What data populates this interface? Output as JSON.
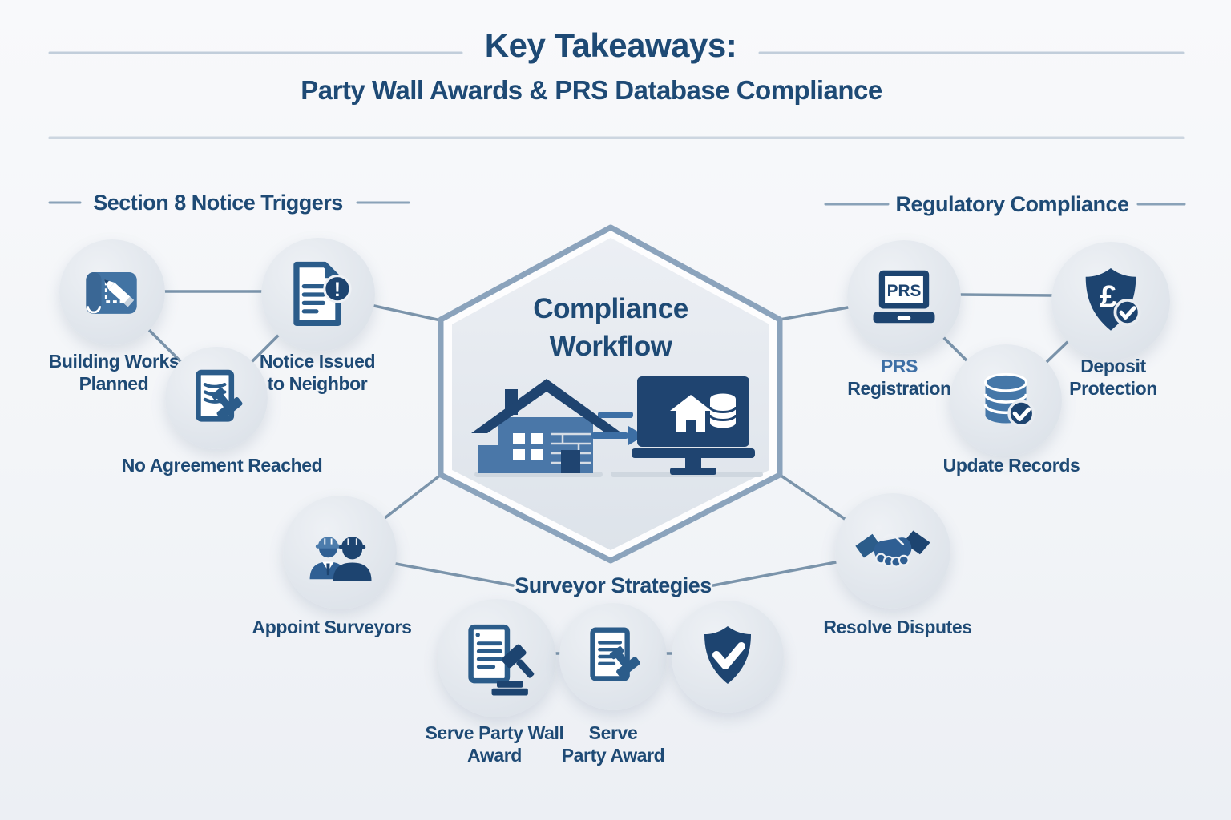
{
  "colors": {
    "accent_dark": "#1e4a75",
    "accent_mid": "#3d6fa5",
    "icon_navy": "#1d4470",
    "icon_blue": "#2b5c8a",
    "icon_light_blue": "#4577a8",
    "connector_line": "#7b94ab",
    "circle_bg": "#e2e7ed",
    "hex_border": "#8ba3bc",
    "hex_fill": "#e5eaf0",
    "page_bg": "#f5f7f9"
  },
  "header": {
    "title": "Key Takeaways:",
    "subtitle": "Party Wall Awards & PRS Database Compliance"
  },
  "center": {
    "hex_line1": "Compliance",
    "hex_line2": "Workflow"
  },
  "left_section": {
    "heading": "Section 8 Notice Triggers",
    "building": {
      "l1": "Building Works",
      "l2": "Planned"
    },
    "notice": {
      "l1": "Notice Issued",
      "l2": "to Neighbor",
      "badge_glyph": "!"
    },
    "no_agreement": {
      "l1": "No Agreement Reached"
    }
  },
  "right_section": {
    "heading": "Regulatory Compliance",
    "prs": {
      "l1": "PRS",
      "l2": "Registration",
      "laptop_text": "PRS"
    },
    "deposit": {
      "l1": "Deposit",
      "l2": "Protection",
      "currency_glyph": "£"
    },
    "update": {
      "l1": "Update Records"
    }
  },
  "bottom_section": {
    "heading": "Surveyor Strategies",
    "appoint": {
      "l1": "Appoint Surveyors"
    },
    "serve_wall": {
      "l1": "Serve Party Wall",
      "l2": "Award"
    },
    "serve_award": {
      "l1": "Serve",
      "l2": "Party Award"
    },
    "resolve": {
      "l1": "Resolve Disputes"
    }
  },
  "icons": {
    "blueprint-pencil-icon": "rolled blueprint with pencil",
    "notice-document-icon": "document with exclamation badge",
    "stamp-document-icon": "document with rubber stamp",
    "surveyors-icon": "two workers with hard hats",
    "prs-laptop-icon": "laptop showing PRS",
    "pound-shield-icon": "shield with pound sign and check",
    "database-check-icon": "database cylinder with check",
    "handshake-icon": "handshake",
    "gavel-document-icon": "document with gavel",
    "check-shield-icon": "shield with checkmark",
    "house-icon": "house under construction",
    "monitor-database-icon": "monitor with house and database",
    "arrow-icon": "transfer arrows"
  }
}
